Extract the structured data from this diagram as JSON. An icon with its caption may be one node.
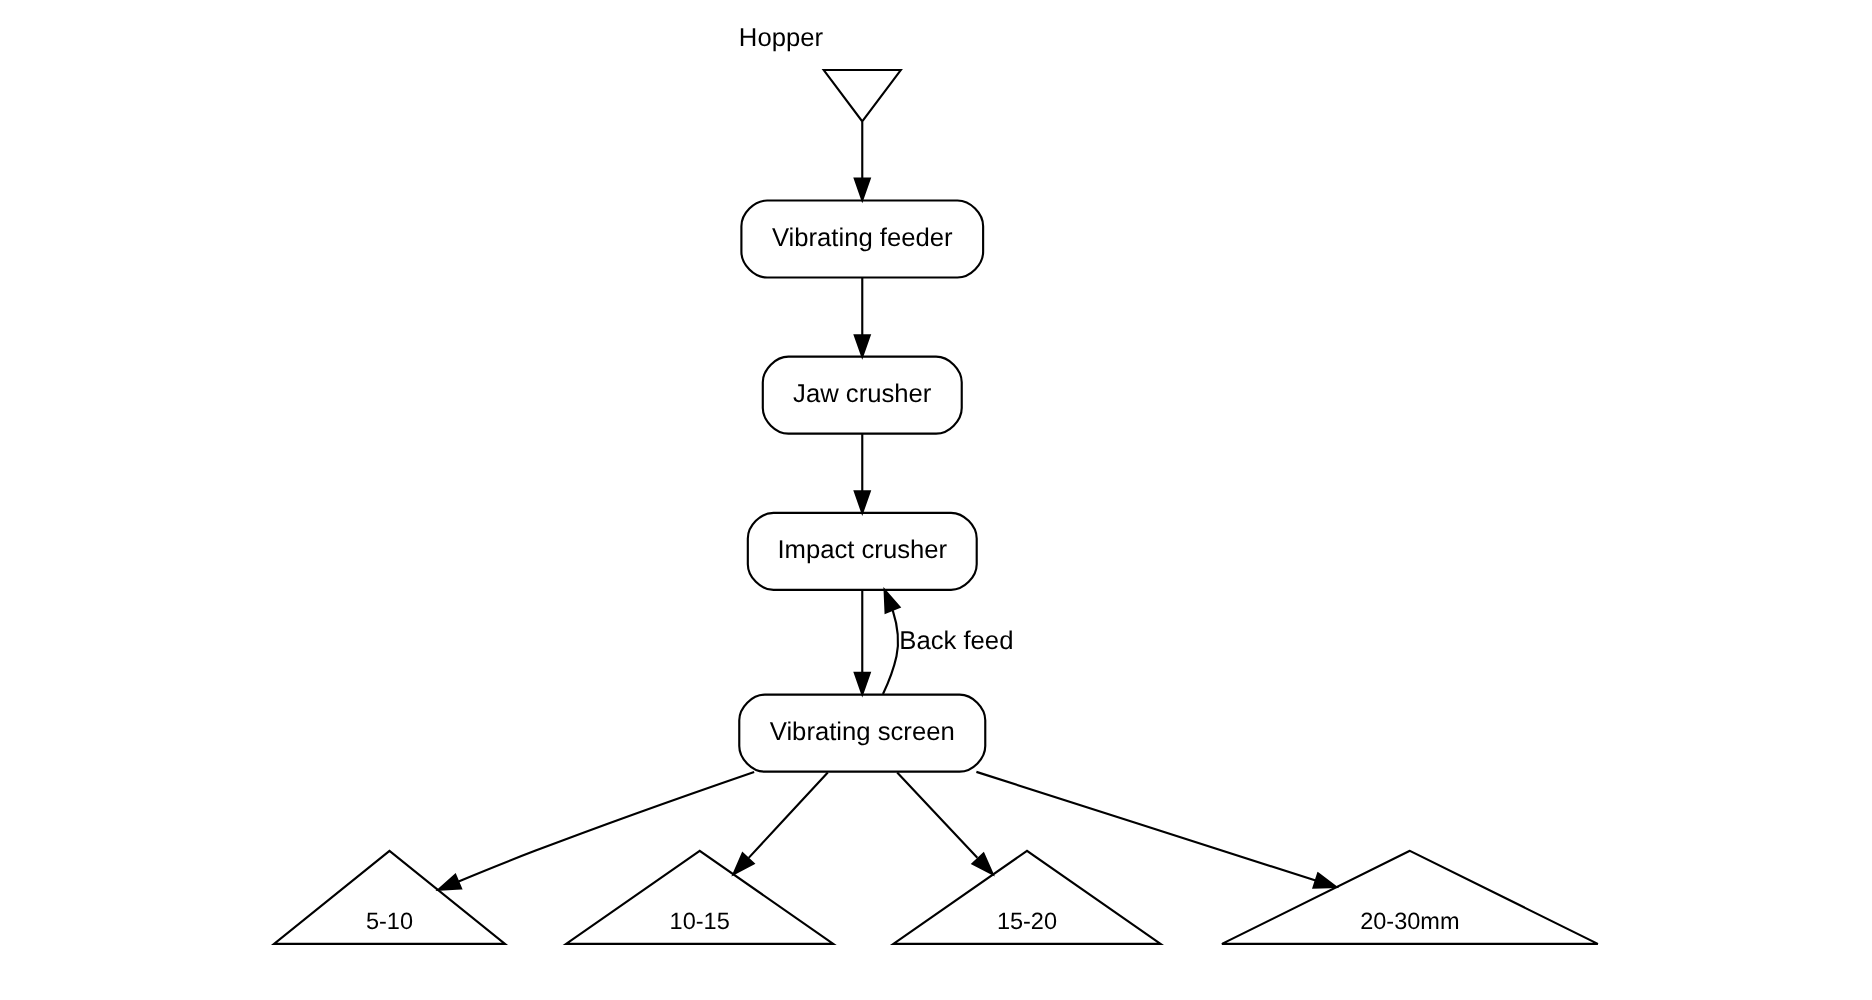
{
  "diagram": {
    "nodes": [
      {
        "text": [
          "Hopper"
        ]
      },
      {
        "text": [
          "Vibrating feeder"
        ]
      },
      {
        "text": [
          "Jaw crusher"
        ]
      },
      {
        "text": [
          "Impact crusher"
        ]
      },
      {
        "text": [
          "Vibrating screen"
        ]
      },
      {
        "text": [
          "5-10"
        ]
      },
      {
        "text": [
          "10-15"
        ]
      },
      {
        "text": [
          "15-20"
        ]
      },
      {
        "text": [
          "20-30mm"
        ]
      }
    ],
    "edges": [
      {
        "from": 0,
        "to": 1,
        "arrow": "to"
      },
      {
        "from": 1,
        "to": 2,
        "arrow": "to"
      },
      {
        "from": 2,
        "to": 3,
        "arrow": "to"
      },
      {
        "from": 3,
        "to": 4,
        "arrow": "to"
      },
      {
        "from": 4,
        "to": 3,
        "arrow": "to",
        "label": "Back feed"
      },
      {
        "from": 4,
        "to": 5,
        "arrow": "to"
      },
      {
        "from": 4,
        "to": 6,
        "arrow": "to"
      },
      {
        "from": 4,
        "to": 7,
        "arrow": "to"
      },
      {
        "from": 4,
        "to": 8,
        "arrow": "to"
      }
    ]
  }
}
